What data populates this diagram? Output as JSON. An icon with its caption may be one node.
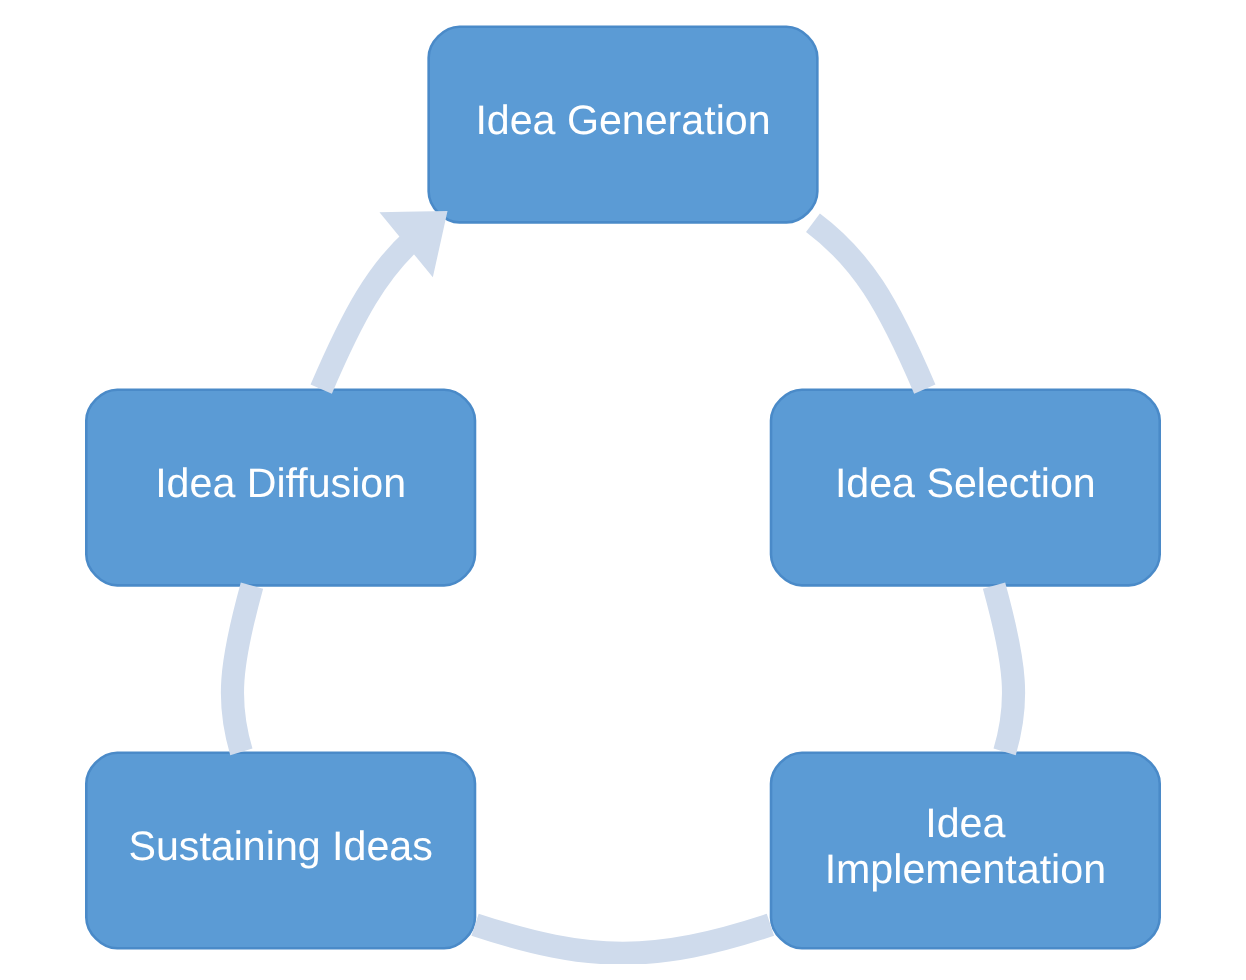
{
  "diagram": {
    "nodes": [
      {
        "text": [
          "Idea Generation"
        ]
      },
      {
        "text": [
          "Idea Diffusion"
        ]
      },
      {
        "text": [
          "Idea Selection"
        ]
      },
      {
        "text": [
          "Sustaining Ideas"
        ]
      },
      {
        "text": [
          "Idea Implementation"
        ]
      }
    ],
    "edges": [
      {
        "from": 0,
        "to": 2,
        "arrow": "none"
      },
      {
        "from": 2,
        "to": 4,
        "arrow": "none"
      },
      {
        "from": 4,
        "to": 3,
        "arrow": "none"
      },
      {
        "from": 3,
        "to": 1,
        "arrow": "none"
      },
      {
        "from": 1,
        "to": 0,
        "arrow": "to"
      }
    ]
  }
}
